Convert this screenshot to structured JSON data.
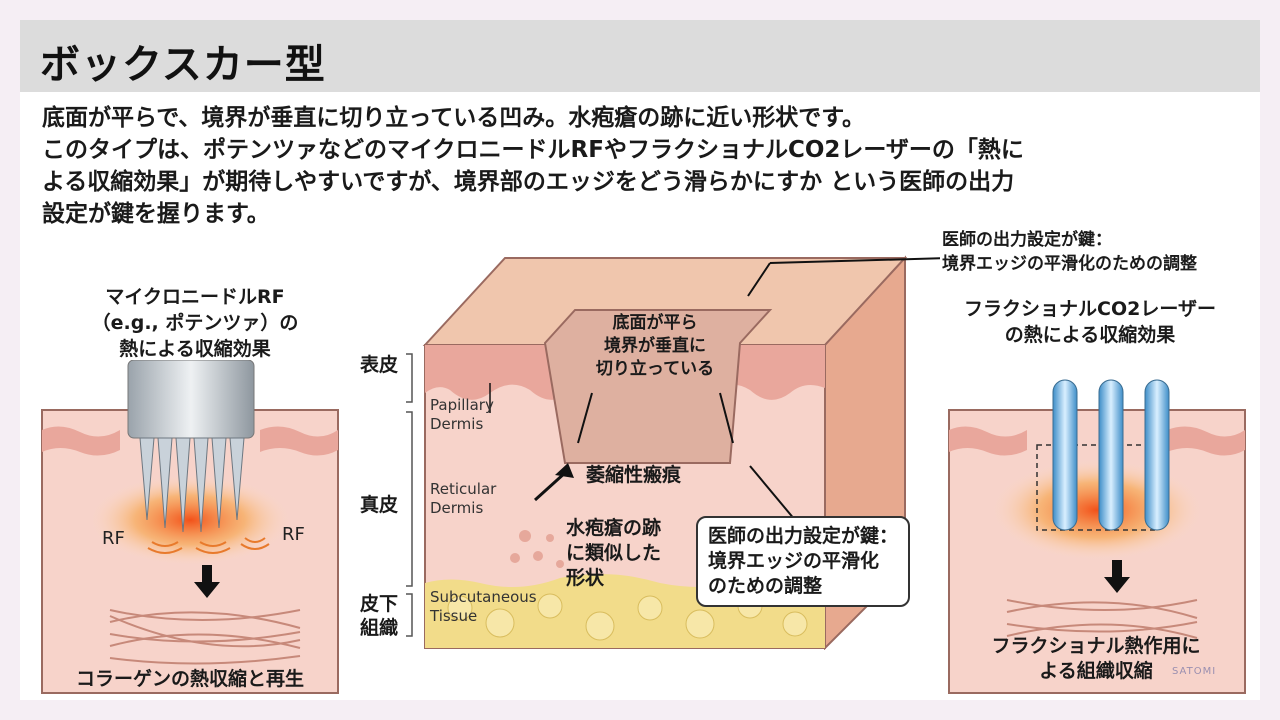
{
  "title": "ボックスカー型",
  "description": [
    "底面が平らで、境界が垂直に切り立っている凹み。水疱瘡の跡に近い形状です。",
    "このタイプは、ポテンツァなどのマイクロニードルRFやフラクショナルCO2レーザーの「熱に",
    "よる収縮効果」が期待しやすいですが、境界部のエッジをどう滑らかにすか という医師の出力",
    "設定が鍵を握ります。"
  ],
  "left_panel": {
    "heading": [
      "マイクロニードルRF",
      "（e.g., ポテンツァ）の",
      "熱による収縮効果"
    ],
    "rf_left": "RF",
    "rf_right": "RF",
    "caption": "コラーゲンの熱収縮と再生"
  },
  "center_panel": {
    "layer_labels": {
      "epidermis": "表皮",
      "dermis": "真皮",
      "subcutis": [
        "皮下",
        "組織"
      ]
    },
    "english_labels": {
      "papillary": [
        "Papillary",
        "Dermis"
      ],
      "reticular": [
        "Reticular",
        "Dermis"
      ],
      "subcutaneous": [
        "Subcutaneous",
        "Tissue"
      ]
    },
    "scar_label": [
      "底面が平ら",
      "境界が垂直に",
      "切り立っている"
    ],
    "atrophic_label": "萎縮性瘢痕",
    "chickenpox_label": [
      "水疱瘡の跡",
      "に類似した",
      "形状"
    ],
    "callout_top": [
      "医師の出力設定が鍵：",
      "境界エッジの平滑化のための調整"
    ],
    "callout_box": [
      "医師の出力設定が鍵：",
      "境界エッジの平滑化",
      "のための調整"
    ]
  },
  "right_panel": {
    "heading": [
      "フラクショナルCO2レーザー",
      "の熱による収縮効果"
    ],
    "caption": [
      "フラクショナル熱作用に",
      "よる組織収縮"
    ]
  },
  "logo": "SATOMI",
  "colors": {
    "title_bg": "#dcdcdc",
    "skin_pink": "#f6c9c1",
    "epidermis": "#e9a79c",
    "fat_yellow": "#f2dc8a",
    "heat_orange": "#f26b1d"
  }
}
